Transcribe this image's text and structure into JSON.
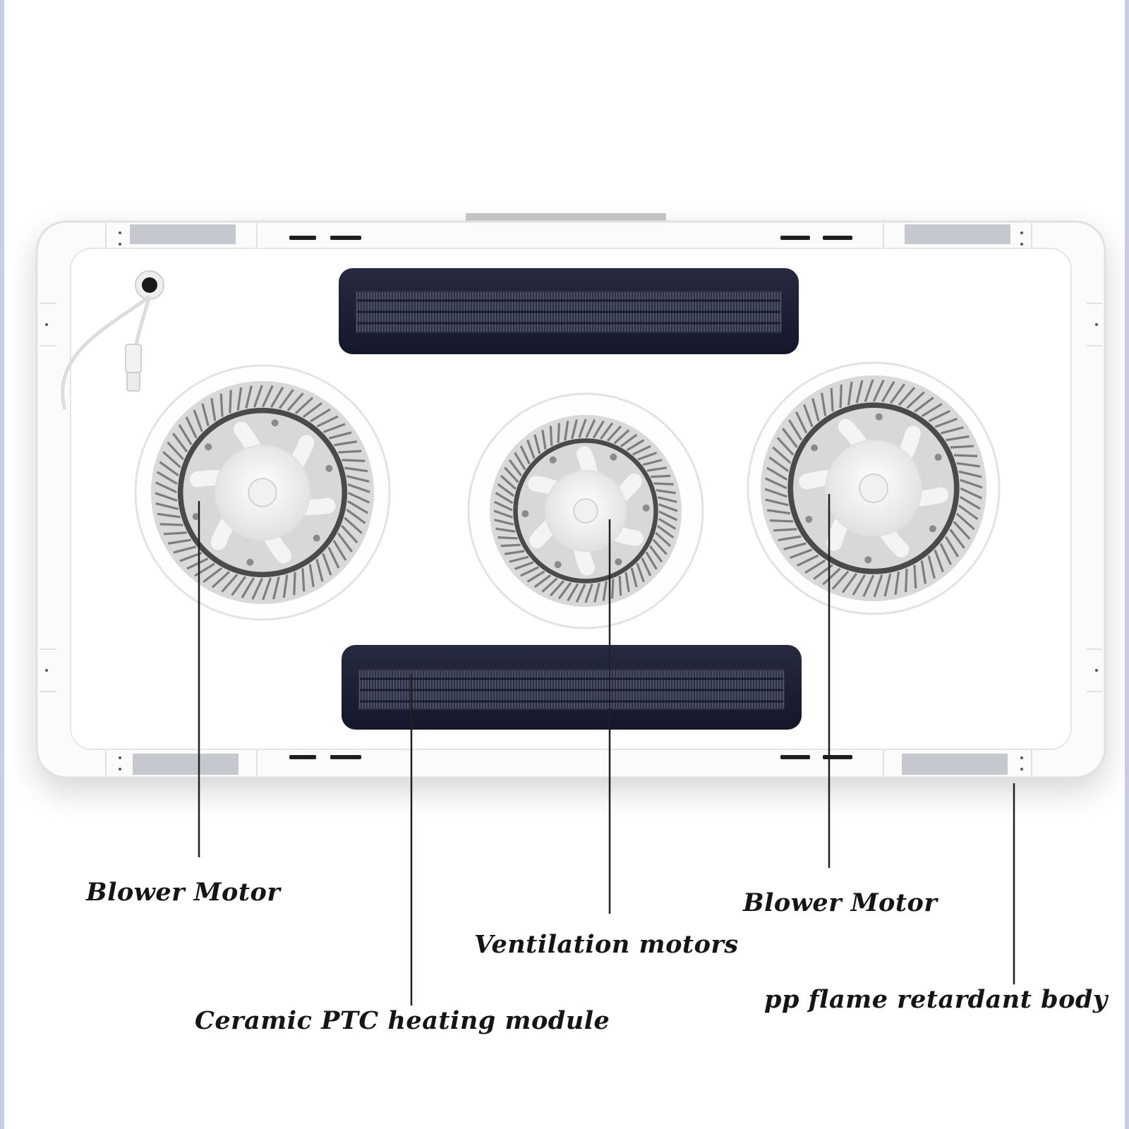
{
  "labels": {
    "blower_left": "Blower Motor",
    "blower_right": "Blower Motor",
    "ventilation": "Ventilation motors",
    "ptc": "Ceramic PTC heating module",
    "body": "pp flame retardant body"
  },
  "colors": {
    "body": "#fbfbfb",
    "vent": "#1c2034",
    "fin": "#8d8d8d",
    "leader": "#202020",
    "edge": "#c9cde6"
  }
}
